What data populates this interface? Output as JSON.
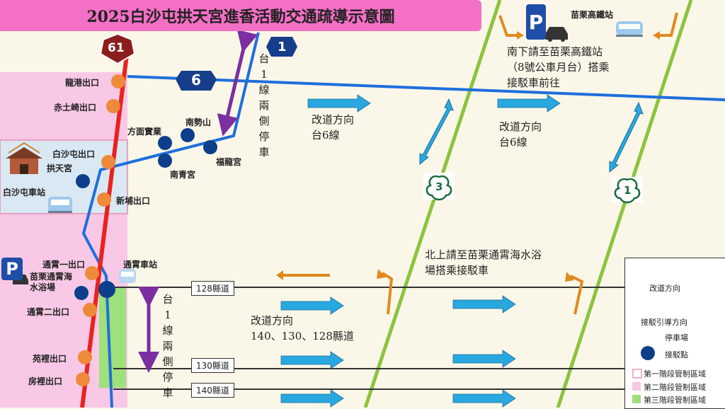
{
  "title": "2025白沙屯拱天宮進香活動交通疏導示意圖",
  "route_shields": {
    "expressway": "61",
    "freeway_1": "1",
    "freeway_6": "6",
    "provincial_3": "3",
    "provincial_1": "1"
  },
  "exits": {
    "longgang": "龍港出口",
    "chitukai": "赤土崎出口",
    "baishatun": "白沙屯出口",
    "xinpu": "新埔出口",
    "tongxiao1": "通霄一出口",
    "tongxiao2": "通霄二出口",
    "yuanli": "苑裡出口",
    "fangli": "房裡出口"
  },
  "places": {
    "gongtian_temple": "拱天宮",
    "baishatun_station": "白沙屯車站",
    "fangmian": "方面實業",
    "nanshi_mountain": "南勢山",
    "fulong_temple": "福龍宮",
    "nanqing_temple": "南青宮",
    "tongxiao_station": "通霄車站",
    "tongxiao_beach": "苗栗通霄海水浴場",
    "miaoli_hsr": "苗栗高鐵站"
  },
  "notes": {
    "roadside_parking_top": "台1線兩側停車",
    "roadside_parking_bottom": "台1線兩側停車",
    "detour_1_line1": "改道方向",
    "detour_1_line2": "台6線",
    "detour_2_line1": "改道方向",
    "detour_2_line2": "台6線",
    "detour_3_line1": "改道方向",
    "detour_3_line2": "140、130、128縣道",
    "south_line1": "南下請至苗栗高鐵站",
    "south_line2": "（8號公車月台）搭乘",
    "south_line3": "接駁車前往",
    "north_line1": "北上請至苗栗通霄海水浴",
    "north_line2": "場搭乘接駁車"
  },
  "county_roads": [
    "128縣道",
    "130縣道",
    "140縣道"
  ],
  "legend": {
    "detour": "改道方向",
    "shuttle_guide": "接駁引導方向",
    "parking": "停車場",
    "shuttle_point": "接駁點",
    "zone1": "第一階段管制區域",
    "zone2": "第二階段管制區域",
    "zone3": "第三階段管制區域"
  },
  "parking_symbol": "P",
  "colors": {
    "title_bg": "#f46fc6",
    "rail_red": "#e8231f",
    "highway_blue": "#1e6fdc",
    "green_road": "#8bc43f",
    "detour_arrow": "#29a8e0",
    "shuttle_arrow": "#e08a1e",
    "purple_arrow": "#7b2fa0",
    "exit_dot": "#ef8a3a",
    "shuttle_dot": "#0d3f8a",
    "zone1": "#f3b0c9",
    "zone2": "#f8c8e6",
    "zone3": "#9ee07a"
  }
}
